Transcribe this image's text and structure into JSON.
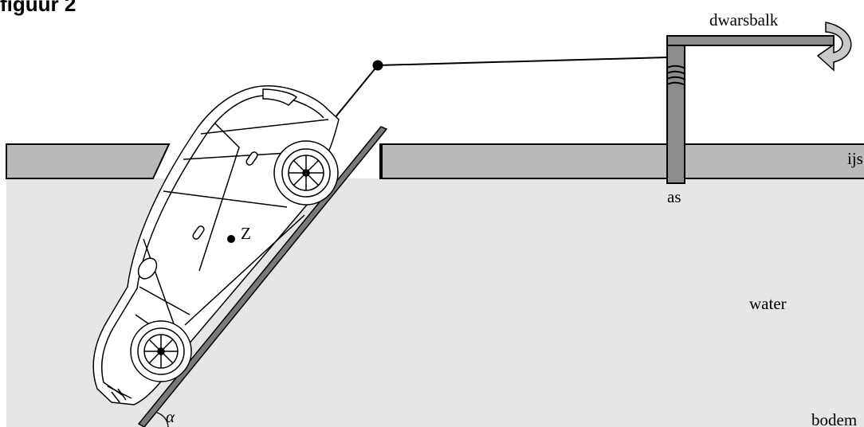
{
  "figure": {
    "title": "figuur 2"
  },
  "labels": {
    "crossbar": "dwarsbalk",
    "ice": "ijs",
    "axle": "as",
    "center_of_mass": "Z",
    "water": "water",
    "bottom": "bodem",
    "angle": "α"
  },
  "colors": {
    "water": "#e6e6e6",
    "ice": "#b9b9b9",
    "post": "#8c8c8c",
    "ramp": "#7a7a7a",
    "line": "#000000"
  }
}
